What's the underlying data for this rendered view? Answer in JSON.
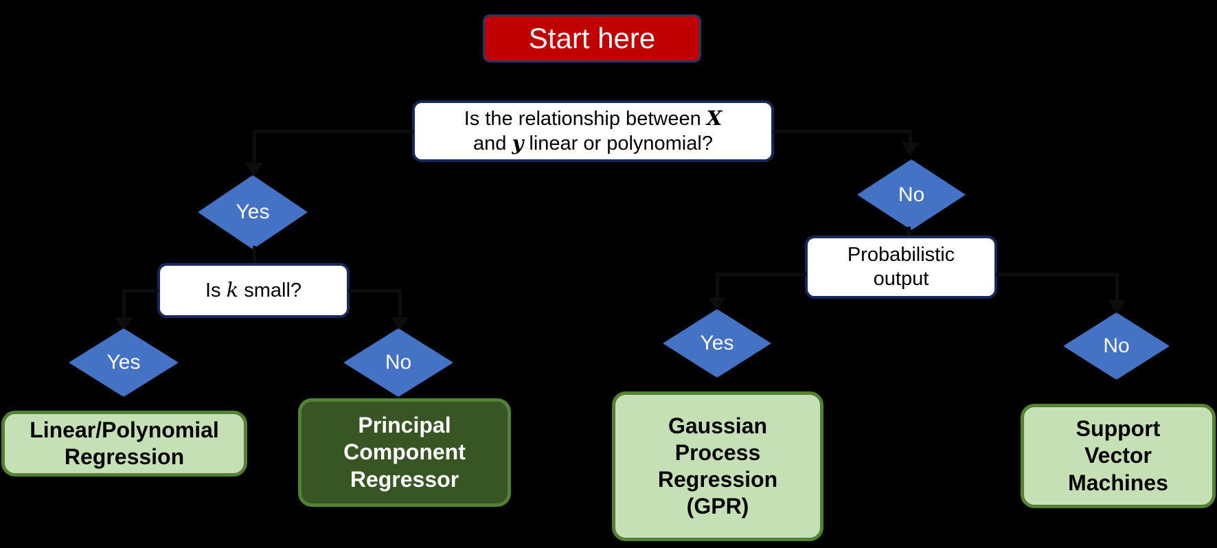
{
  "diagram": {
    "title": "Regression model selection flowchart",
    "background_color": "#000000",
    "palette": {
      "start_fill": "#C00000",
      "start_border": "#1F3864",
      "question_fill": "#FFFFFF",
      "question_border": "#17295B",
      "diamond_fill": "#4472C4",
      "diamond_border": "#2E5395",
      "terminal_light_fill": "#C5E0B4",
      "terminal_light_border": "#548235",
      "terminal_dark_fill": "#375623",
      "terminal_dark_border": "#548235",
      "connector": "#0D0D0D"
    }
  },
  "nodes": {
    "start": {
      "label": "Start here"
    },
    "question_root": {
      "line1_pre": "Is the relationship between ",
      "line1_var": "X",
      "line2_pre": "and ",
      "line2_var": "y",
      "line2_post": " linear or polynomial?"
    },
    "branch_root_yes": {
      "label": "Yes"
    },
    "branch_root_no": {
      "label": "No"
    },
    "question_k": {
      "pre": "Is ",
      "var": "k",
      "post": " small?"
    },
    "branch_k_yes": {
      "label": "Yes"
    },
    "branch_k_no": {
      "label": "No"
    },
    "question_prob": {
      "line1": "Probabilistic",
      "line2": "output"
    },
    "branch_prob_yes": {
      "label": "Yes"
    },
    "branch_prob_no": {
      "label": "No"
    },
    "result_linear": {
      "line1": "Linear/Polynomial",
      "line2": "Regression"
    },
    "result_pcr": {
      "line1": "Principal",
      "line2": "Component",
      "line3": "Regressor"
    },
    "result_gpr": {
      "line1": "Gaussian",
      "line2": "Process",
      "line3": "Regression",
      "line4": "(GPR)"
    },
    "result_svm": {
      "line1": "Support",
      "line2": "Vector",
      "line3": "Machines"
    }
  }
}
